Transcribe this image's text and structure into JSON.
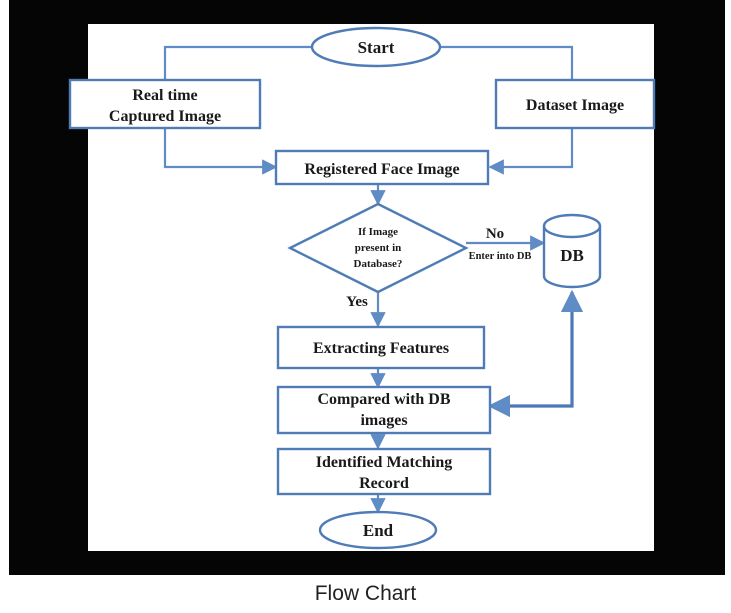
{
  "diagram": {
    "nodes": {
      "start": "Start",
      "realtime_line1": "Real time",
      "realtime_line2": "Captured Image",
      "dataset": "Dataset Image",
      "registered": "Registered Face Image",
      "decision_line1": "If Image",
      "decision_line2": "present in",
      "decision_line3": "Database?",
      "db": "DB",
      "extract": "Extracting Features",
      "compare_line1": "Compared with DB",
      "compare_line2": "images",
      "identified_line1": "Identified Matching",
      "identified_line2": "Record",
      "end": "End"
    },
    "edge_labels": {
      "no": "No",
      "enter_db": "Enter into DB",
      "yes": "Yes"
    }
  },
  "caption": "Flow Chart",
  "colors": {
    "frame": "#050505",
    "shape_stroke": "#4f7cb6",
    "arrow": "#5f8cc4"
  }
}
